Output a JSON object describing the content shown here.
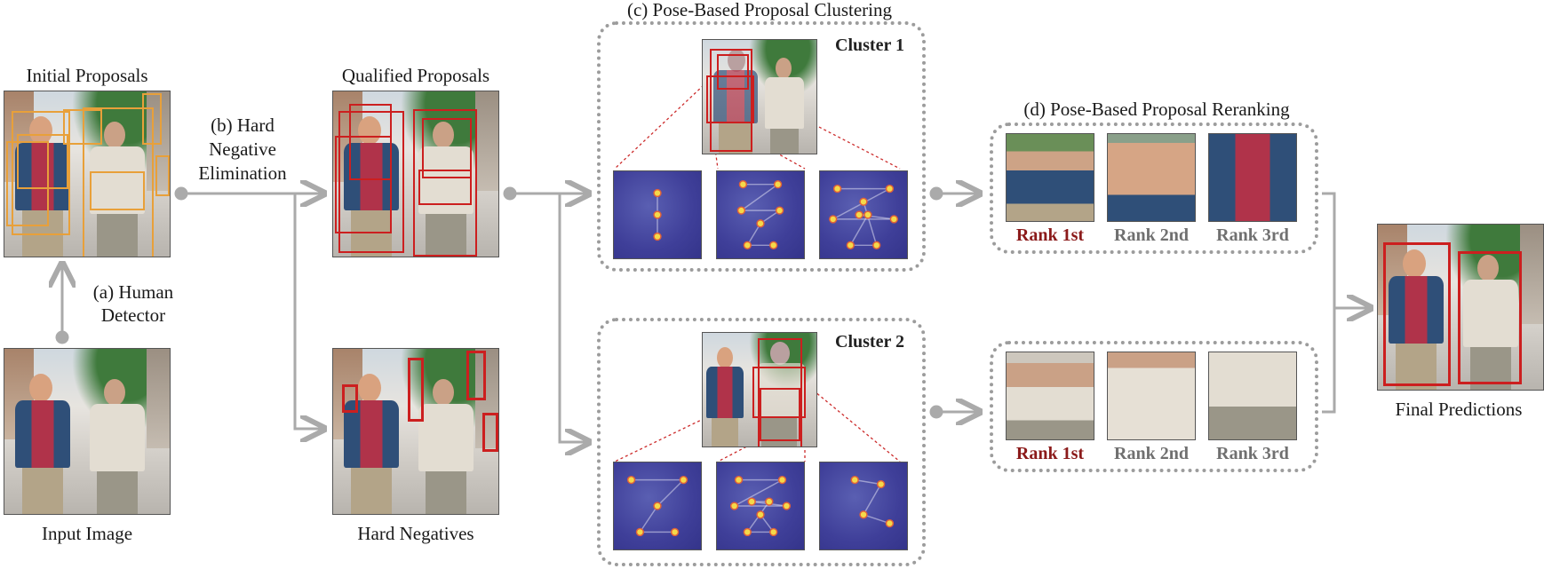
{
  "colors": {
    "arrow": "#aaaaaa",
    "proposal_orange": "#e8a03a",
    "proposal_red": "#cc1f1f",
    "rank_first": "#8b1a1a",
    "rank_other": "#707070",
    "dotted_border": "#9c9c9c"
  },
  "labels": {
    "initial_proposals": "Initial Proposals",
    "input_image": "Input Image",
    "step_a_line1": "(a) Human",
    "step_a_line2": "Detector",
    "step_b_line1": "(b) Hard",
    "step_b_line2": "Negative",
    "step_b_line3": "Elimination",
    "qualified_proposals": "Qualified Proposals",
    "hard_negatives": "Hard Negatives",
    "step_c": "(c) Pose-Based Proposal Clustering",
    "step_d": "(d) Pose-Based Proposal Reranking",
    "final_predictions": "Final Predictions"
  },
  "clusters": [
    {
      "label": "Cluster 1",
      "ranks": [
        "Rank 1st",
        "Rank 2nd",
        "Rank 3rd"
      ]
    },
    {
      "label": "Cluster 2",
      "ranks": [
        "Rank 1st",
        "Rank 2nd",
        "Rank 3rd"
      ]
    }
  ]
}
